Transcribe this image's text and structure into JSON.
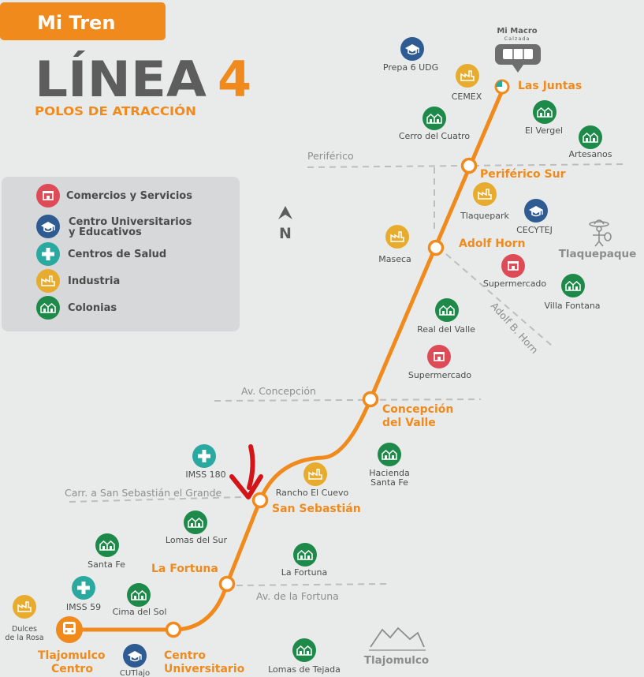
{
  "header": {
    "brand": "Mi Tren",
    "title": "LÍNEA",
    "number": "4",
    "subtitle": "POLOS DE ATRACCIÓN"
  },
  "colors": {
    "orange": "#f08a1c",
    "gray_title": "#5d5d5d",
    "comercio": "#dd4b57",
    "educativo": "#2e5b91",
    "salud": "#2aa9a0",
    "industria": "#e7ac2d",
    "colonia": "#1e8a49",
    "marker": "#d31419"
  },
  "legend": {
    "items": [
      {
        "label": "Comercios y Servicios",
        "icon": "store-icon"
      },
      {
        "label": "Centro Universitarios y Educativos",
        "line1": "Centro Universitarios",
        "line2": "y Educativos",
        "icon": "graduation-cap-icon"
      },
      {
        "label": "Centros de Salud",
        "icon": "health-cross-icon"
      },
      {
        "label": "Industria",
        "icon": "factory-icon"
      },
      {
        "label": "Colonias",
        "icon": "houses-icon"
      }
    ]
  },
  "compass": {
    "label": "N"
  },
  "terminal": {
    "brand_line1": "Mi Macro",
    "brand_line2": "Calzada"
  },
  "stations": [
    {
      "id": "las-juntas",
      "name": "Las Juntas"
    },
    {
      "id": "periferico-sur",
      "name": "Periférico Sur"
    },
    {
      "id": "adolf-horn",
      "name": "Adolf Horn"
    },
    {
      "id": "concepcion-del-valle",
      "name": "Concepción del Valle",
      "line1": "Concepción",
      "line2": "del Valle"
    },
    {
      "id": "san-sebastian",
      "name": "San Sebastián"
    },
    {
      "id": "la-fortuna",
      "name": "La Fortuna"
    },
    {
      "id": "centro-universitario",
      "name": "Centro Universitario",
      "line1": "Centro",
      "line2": "Universitario"
    },
    {
      "id": "tlajomulco-centro",
      "name": "Tlajomulco Centro",
      "line1": "Tlajomulco",
      "line2": "Centro"
    }
  ],
  "roads": [
    {
      "id": "periferico",
      "label": "Periférico"
    },
    {
      "id": "adolf-b-horn",
      "label": "Adolf B. Horn"
    },
    {
      "id": "av-concepcion",
      "label": "Av. Concepción"
    },
    {
      "id": "carr-san-sebastian",
      "label": "Carr. a San Sebastián el Grande"
    },
    {
      "id": "av-fortuna",
      "label": "Av. de la Fortuna"
    }
  ],
  "places": [
    {
      "label": "Prepa 6 UDG",
      "type": "educativo"
    },
    {
      "label": "CEMEX",
      "type": "industria"
    },
    {
      "label": "Cerro del Cuatro",
      "type": "colonia"
    },
    {
      "label": "El Vergel",
      "type": "colonia"
    },
    {
      "label": "Artesanos",
      "type": "colonia"
    },
    {
      "label": "Tlaquepark",
      "type": "industria"
    },
    {
      "label": "CECYTEJ",
      "type": "educativo"
    },
    {
      "label": "Maseca",
      "type": "industria"
    },
    {
      "label": "Supermercado",
      "type": "comercio"
    },
    {
      "label": "Villa Fontana",
      "type": "colonia"
    },
    {
      "label": "Real del Valle",
      "type": "colonia"
    },
    {
      "label": "Supermercado",
      "type": "comercio"
    },
    {
      "label": "Hacienda Santa Fe",
      "line1": "Hacienda",
      "line2": "Santa Fe",
      "type": "colonia"
    },
    {
      "label": "IMSS 180",
      "type": "salud"
    },
    {
      "label": "Rancho El Cuevo",
      "type": "industria"
    },
    {
      "label": "Lomas del Sur",
      "type": "colonia"
    },
    {
      "label": "Santa Fe",
      "type": "colonia"
    },
    {
      "label": "La Fortuna",
      "type": "colonia"
    },
    {
      "label": "IMSS 59",
      "type": "salud"
    },
    {
      "label": "Cima del Sol",
      "type": "colonia"
    },
    {
      "label": "Dulces de la Rosa",
      "line1": "Dulces",
      "line2": "de la Rosa",
      "type": "industria"
    },
    {
      "label": "CUTlajo",
      "type": "educativo"
    },
    {
      "label": "Lomas de Tejada",
      "type": "colonia"
    }
  ],
  "cities": [
    {
      "label": "Tlaquepaque"
    },
    {
      "label": "Tlajomulco"
    }
  ]
}
